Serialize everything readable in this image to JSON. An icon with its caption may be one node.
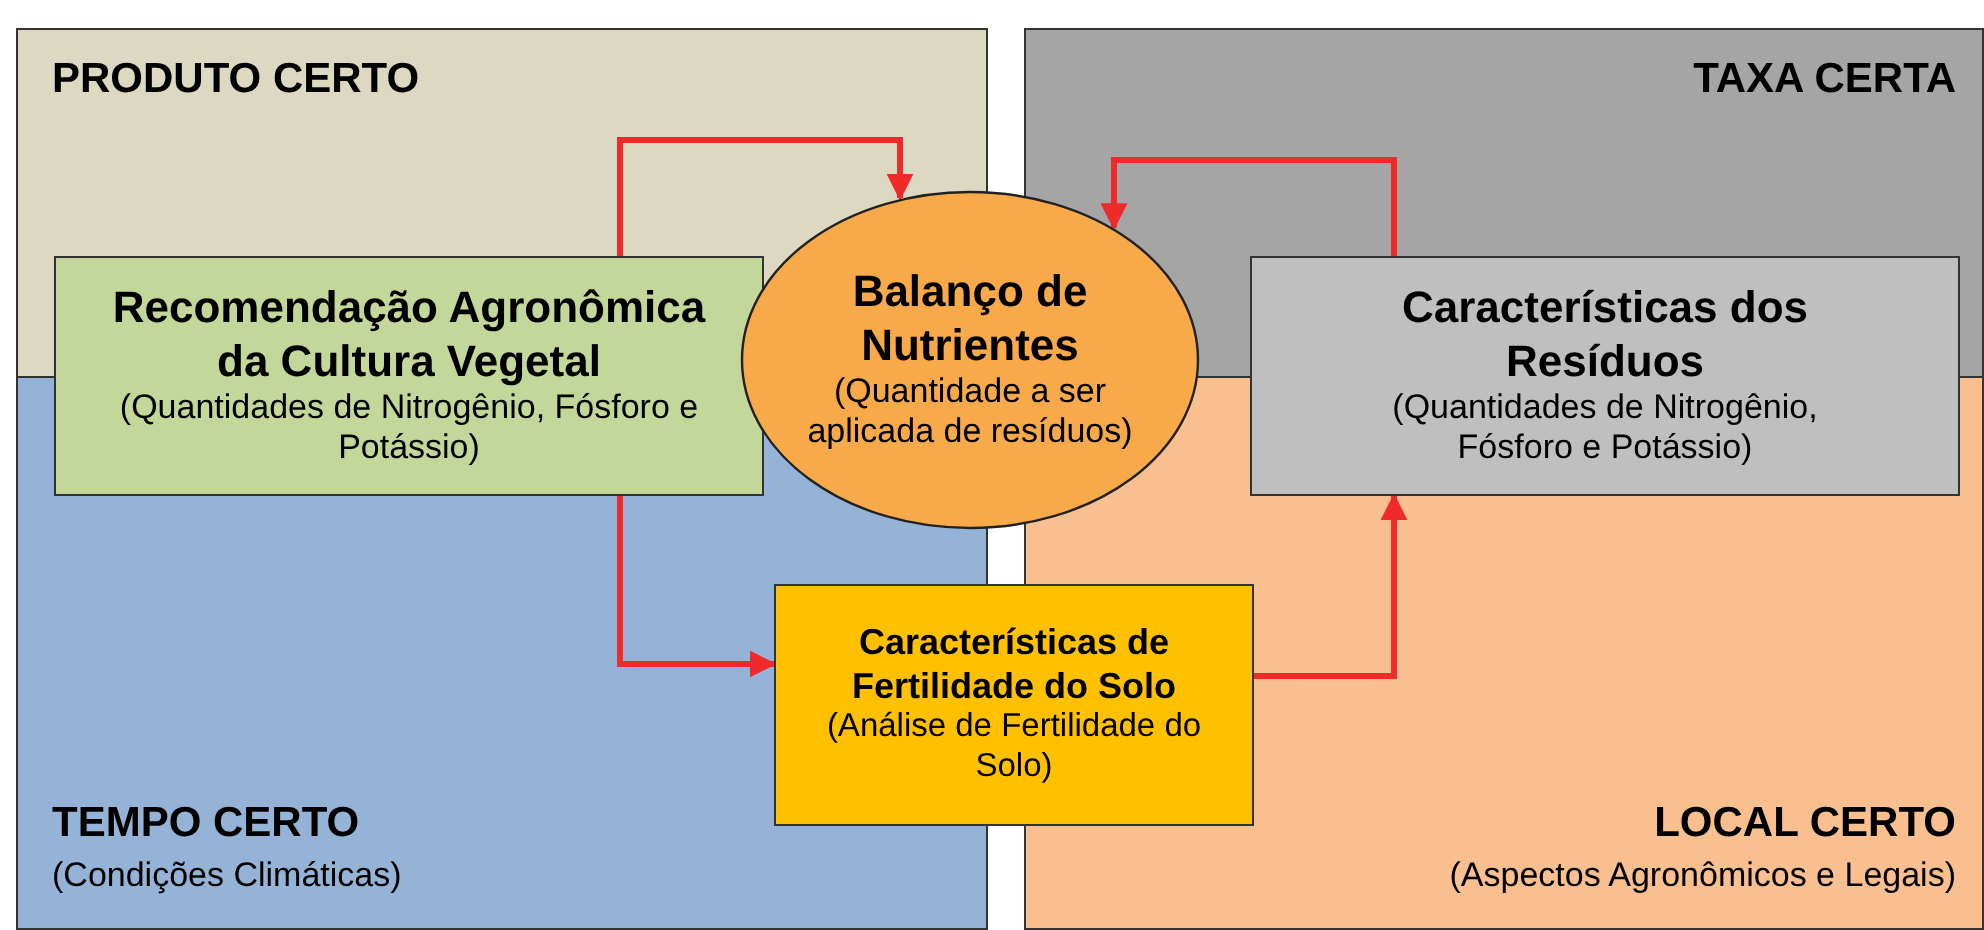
{
  "diagram": {
    "nodes": [
      {
        "text": [
          "Recomendação Agronômica da Cultura Vegetal",
          "(Quantidades de Nitrogênio, Fósforo e Potássio)"
        ]
      },
      {
        "text": [
          "Balanço de Nutrientes",
          "(Quantidade a ser aplicada de resíduos)"
        ]
      },
      {
        "text": [
          "Características dos Resíduos",
          "(Quantidades de Nitrogênio, Fósforo e Potássio)"
        ]
      },
      {
        "text": [
          "Características de Fertilidade do Solo",
          "(Análise de Fertilidade do Solo)"
        ]
      }
    ],
    "edges": [
      {
        "from": 0,
        "to": 1,
        "arrow": "to"
      },
      {
        "from": 2,
        "to": 1,
        "arrow": "to"
      },
      {
        "from": 0,
        "to": 3,
        "arrow": "to"
      },
      {
        "from": 3,
        "to": 2,
        "arrow": "to"
      }
    ],
    "labels": [
      "PRODUTO CERTO",
      "TAXA CERTA",
      "TEMPO CERTO",
      "(Condições Climáticas)",
      "LOCAL CERTO",
      "(Aspectos Agronômicos e Legais)"
    ]
  }
}
